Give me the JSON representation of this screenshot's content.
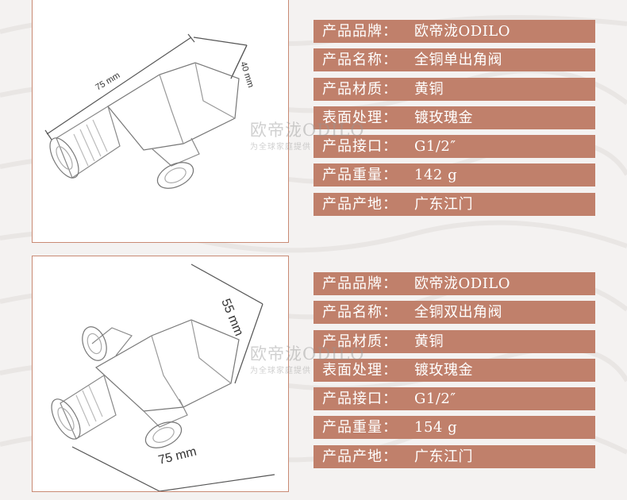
{
  "products": [
    {
      "dimensions": {
        "length": "75 mm",
        "height": "40 mm"
      },
      "specs": [
        {
          "label": "产品品牌：",
          "value": "欧帝泷ODILO"
        },
        {
          "label": "产品名称：",
          "value": "全铜单出角阀"
        },
        {
          "label": "产品材质：",
          "value": "黄铜"
        },
        {
          "label": "表面处理：",
          "value": "镀玫瑰金"
        },
        {
          "label": "产品接口：",
          "value": "G1/2″"
        },
        {
          "label": "产品重量：",
          "value": "142 g"
        },
        {
          "label": "产品产地：",
          "value": "广东江门"
        }
      ]
    },
    {
      "dimensions": {
        "length": "75 mm",
        "height": "55 mm"
      },
      "specs": [
        {
          "label": "产品品牌：",
          "value": "欧帝泷ODILO"
        },
        {
          "label": "产品名称：",
          "value": "全铜双出角阀"
        },
        {
          "label": "产品材质：",
          "value": "黄铜"
        },
        {
          "label": "表面处理：",
          "value": "镀玫瑰金"
        },
        {
          "label": "产品接口：",
          "value": "G1/2″"
        },
        {
          "label": "产品重量：",
          "value": "154 g"
        },
        {
          "label": "产品产地：",
          "value": "广东江门"
        }
      ]
    }
  ],
  "watermark": {
    "brand": "欧帝泷ODILO",
    "tagline": "为全球家庭提供"
  },
  "colors": {
    "row_bg": "#c0806b",
    "frame": "#c98a74",
    "page_bg": "#f4f2f1"
  }
}
